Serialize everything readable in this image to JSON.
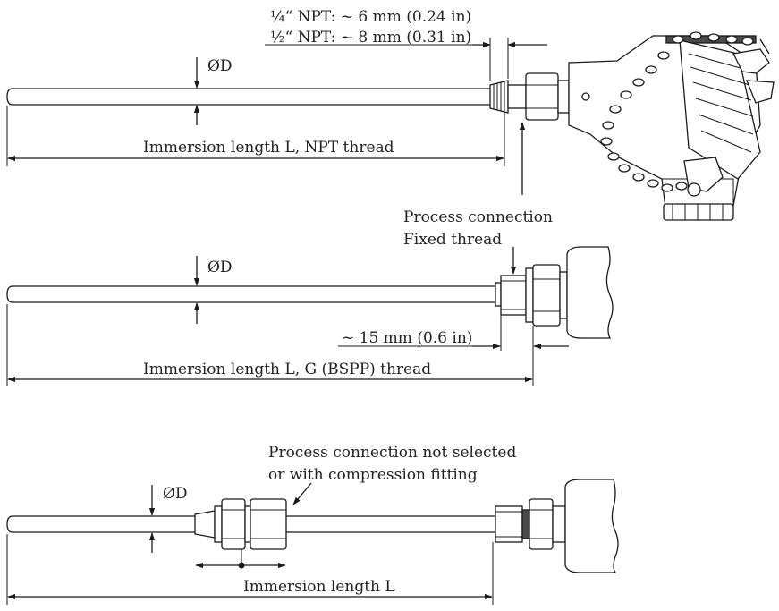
{
  "top": {
    "npt_quarter_label": "¼“ NPT: ~ 6 mm (0.24 in)",
    "npt_half_label": "½“ NPT: ~ 8 mm (0.31 in)",
    "diameter_label": "ØD",
    "immersion_label": "Immersion length L, NPT thread"
  },
  "process_connection": {
    "line1": "Process connection",
    "line2": "Fixed thread"
  },
  "middle": {
    "diameter_label": "ØD",
    "thread_length_label": "~ 15 mm (0.6 in)",
    "immersion_label": "Immersion length L, G (BSPP) thread"
  },
  "bottom": {
    "note_line1": "Process connection not selected",
    "note_line2": "or with compression fitting",
    "diameter_label": "ØD",
    "immersion_label": "Immersion length L"
  },
  "colors": {
    "line": "#1a1a1a",
    "fill_dark": "#4a4a4a",
    "background": "#ffffff"
  }
}
